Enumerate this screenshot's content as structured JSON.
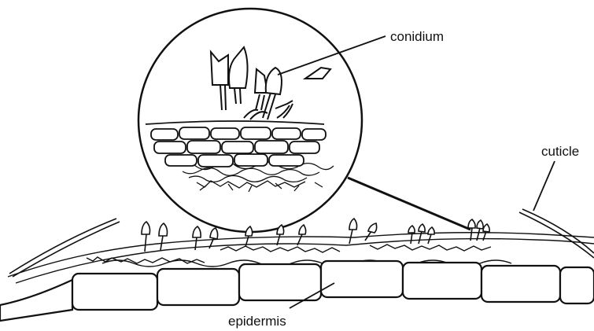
{
  "labels": {
    "conidium": "conidium",
    "cuticle": "cuticle",
    "epidermis": "epidermis"
  },
  "colors": {
    "ink": "#111111",
    "background": "#ffffff"
  }
}
